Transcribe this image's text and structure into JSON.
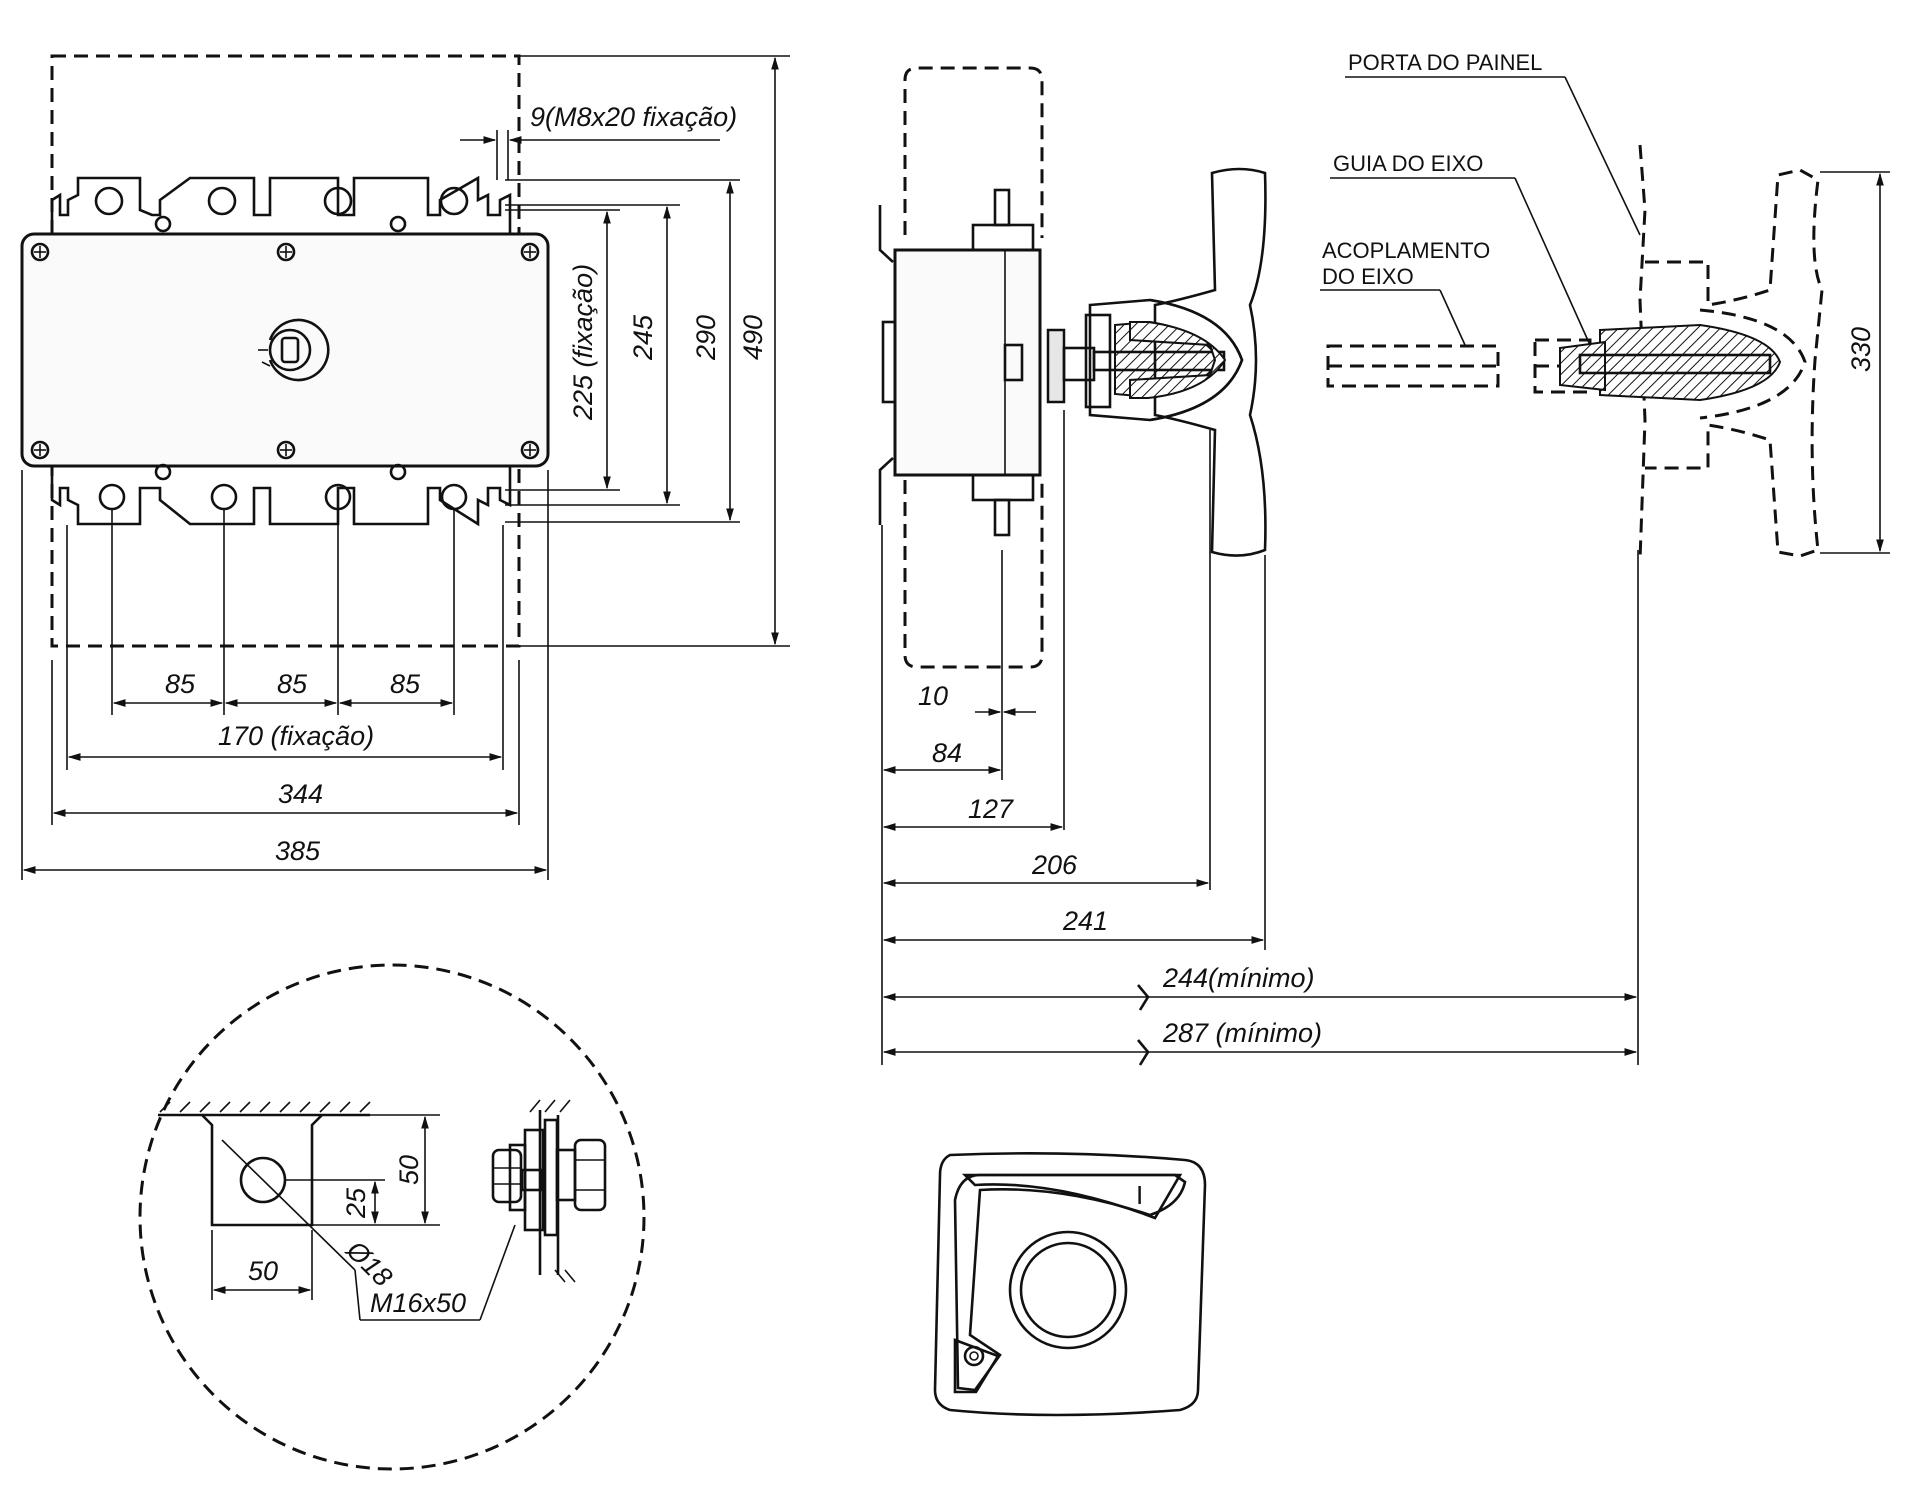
{
  "front_view": {
    "dims": {
      "bolt": "9(M8x20 fixação)",
      "fix225": "225 (fixação)",
      "h245": "245",
      "h290": "290",
      "h490": "490",
      "p1": "85",
      "p2": "85",
      "p3": "85",
      "fix170": "170 (fixação)",
      "w344": "344",
      "w385": "385"
    }
  },
  "side_view": {
    "dims": {
      "d10": "10",
      "d84": "84",
      "d127": "127",
      "d206": "206",
      "d241": "241",
      "d244": "244(mínimo)",
      "d287": "287  (mínimo)",
      "d330": "330"
    },
    "labels": {
      "panel_door": "PORTA DO PAINEL",
      "shaft_guide": "GUIA DO EIXO",
      "coupling_line1": "ACOPLAMENTO",
      "coupling_line2": "DO EIXO"
    }
  },
  "terminal_detail": {
    "dims": {
      "h50": "50",
      "h25": "25",
      "w50": "50",
      "hole": "Ø18",
      "bolt": "M16x50"
    }
  },
  "handle_front": {
    "on_mark": "I"
  }
}
